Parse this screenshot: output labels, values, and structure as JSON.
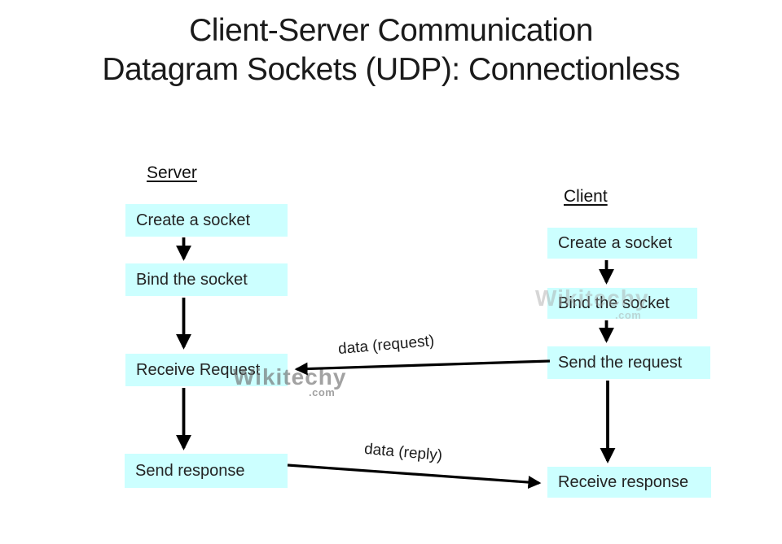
{
  "title": {
    "line1": "Client-Server Communication",
    "line2": "Datagram Sockets (UDP): Connectionless"
  },
  "server": {
    "label": "Server",
    "steps": [
      "Create a socket",
      "Bind the socket",
      "Receive Request",
      "Send response"
    ]
  },
  "client": {
    "label": "Client",
    "steps": [
      "Create a socket",
      "Bind the socket",
      "Send the request",
      "Receive response"
    ]
  },
  "messages": {
    "request_label": "data (request)",
    "reply_label": "data (reply)"
  },
  "watermarks": [
    {
      "text": "Wikitechy",
      "suffix": ".com"
    },
    {
      "text": "Wikitechy",
      "suffix": ".com"
    }
  ],
  "colors": {
    "background": "#ffffff",
    "box_fill": "#ccffff",
    "text": "#1a1a1a",
    "arrow": "#000000",
    "watermark_dark": "#696969",
    "watermark_light": "#a5a5a5"
  }
}
